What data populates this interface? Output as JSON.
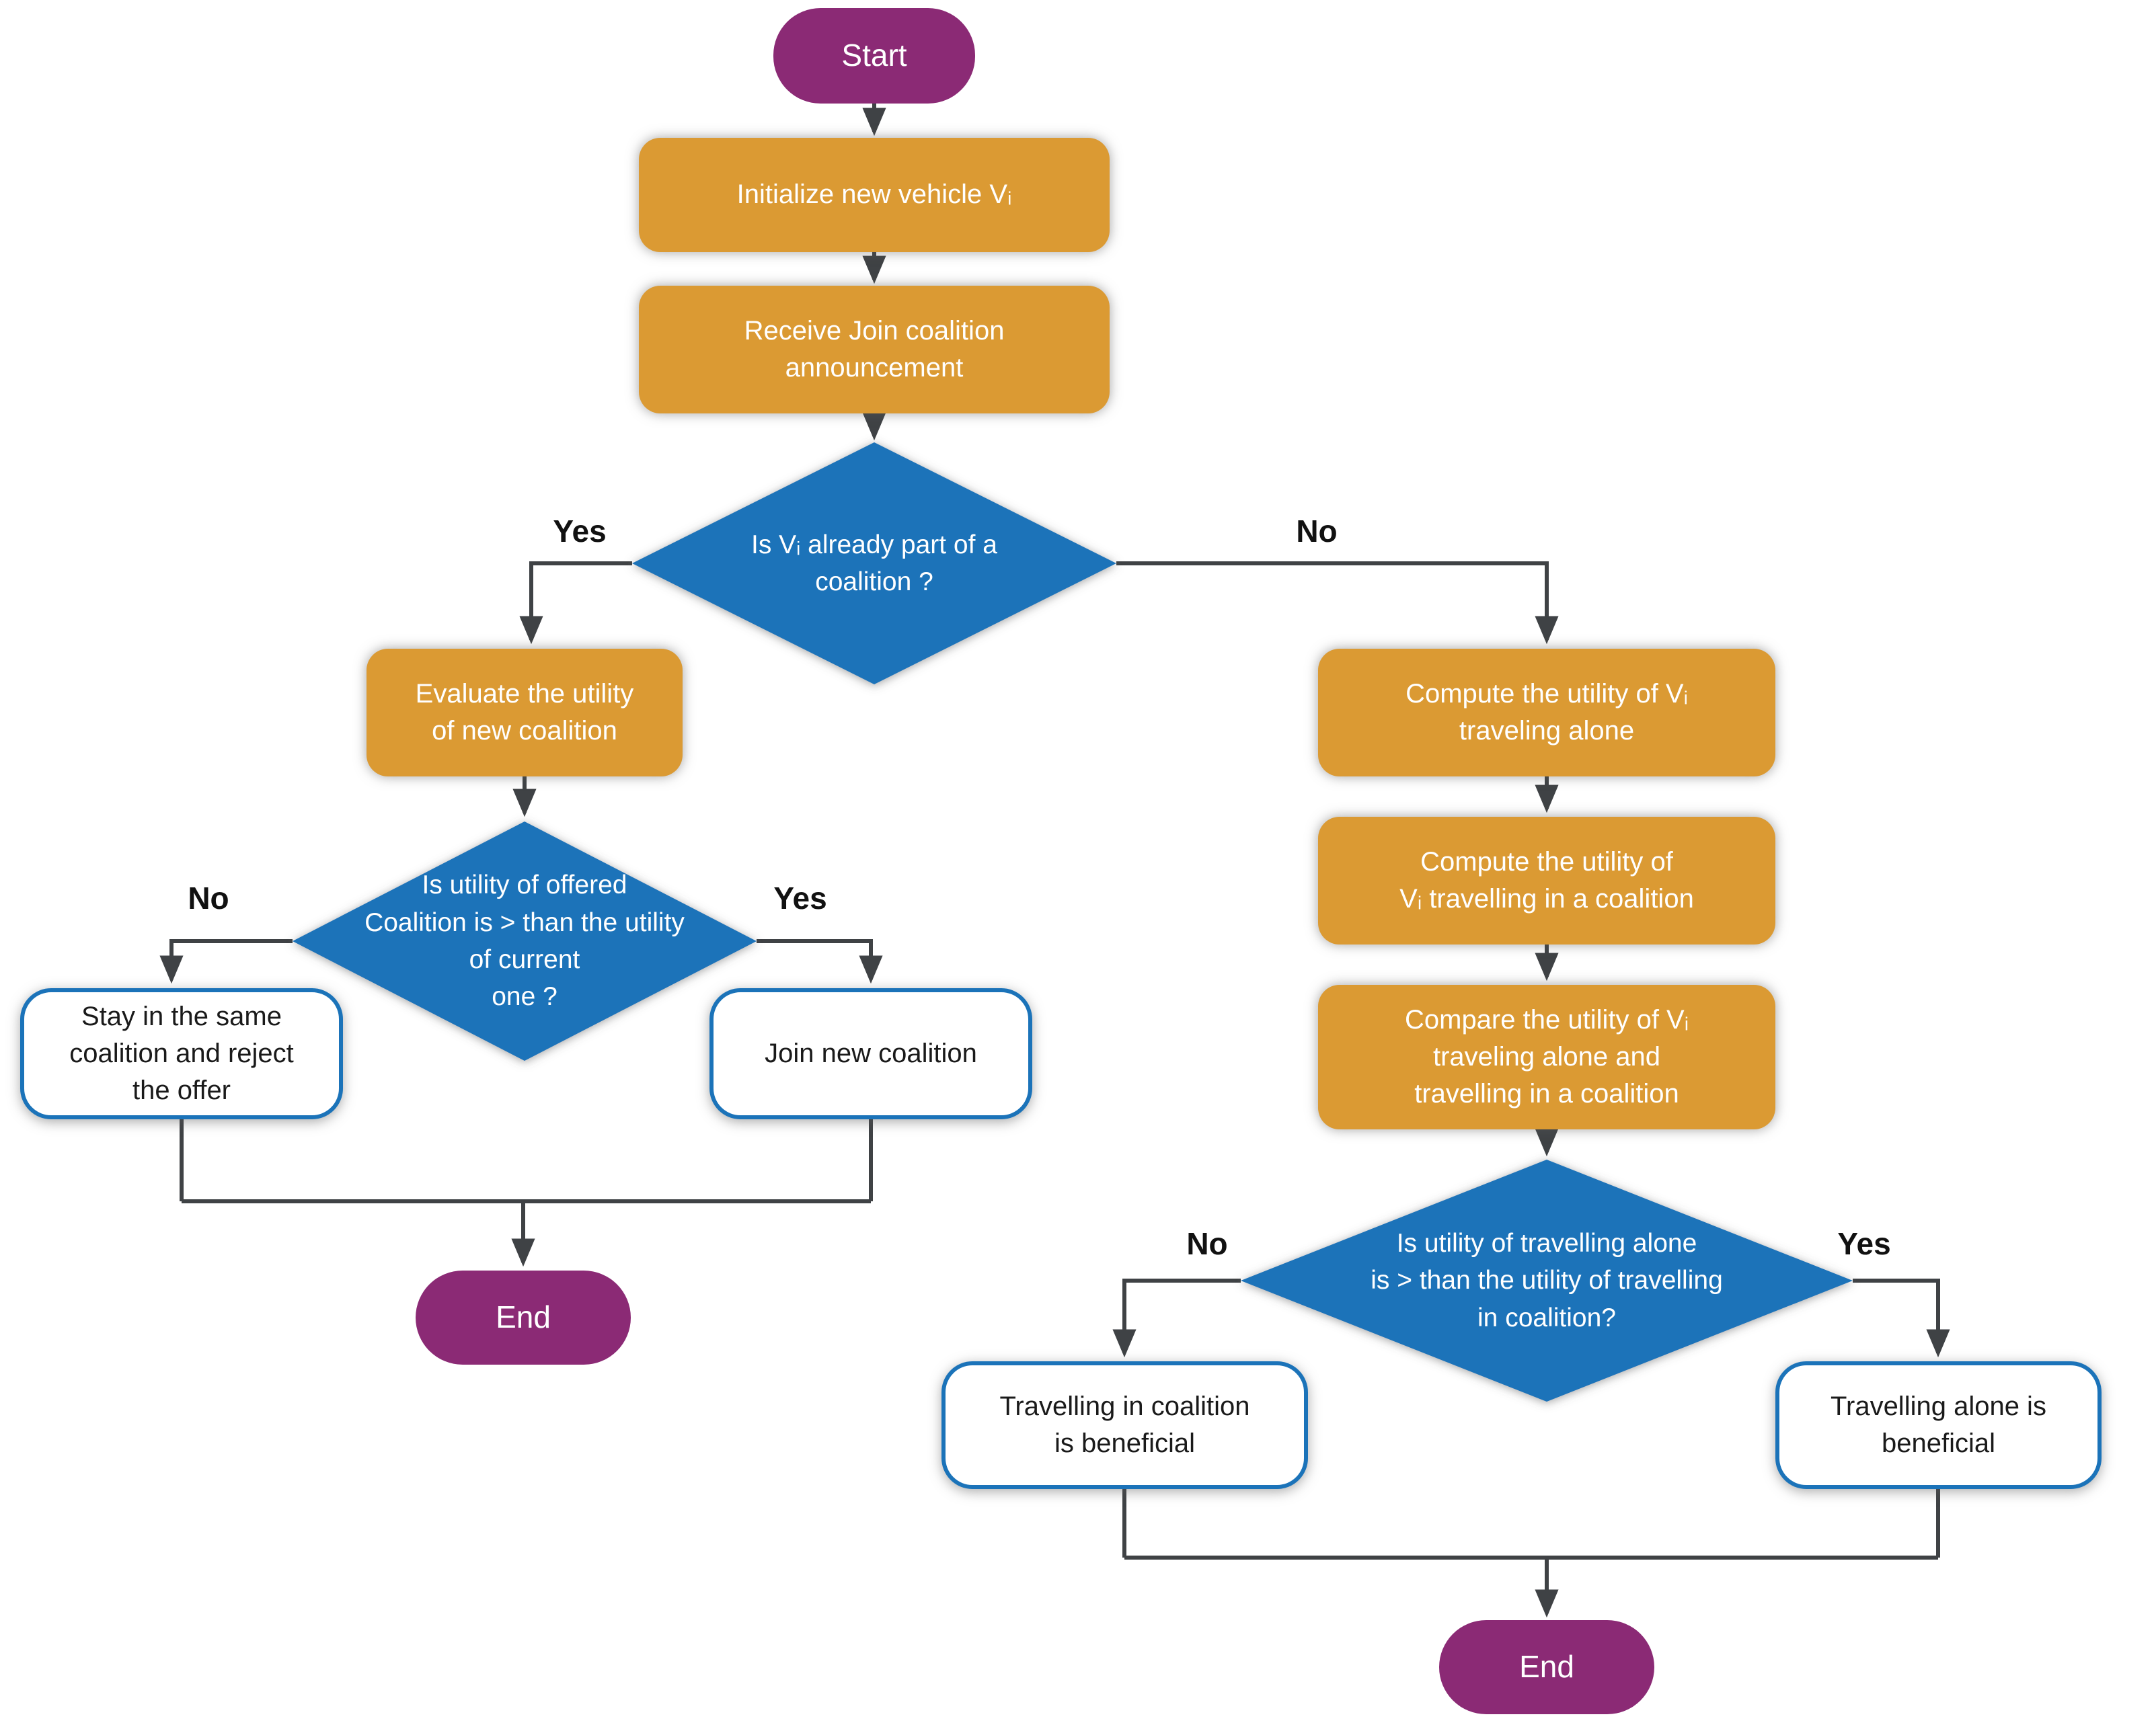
{
  "diagram_type": "flowchart",
  "colors": {
    "process_fill": "#DB9A33",
    "decision_fill": "#1B73B9",
    "terminator_fill": "#8B2A75",
    "result_border": "#1B73B9",
    "result_fill": "#ffffff",
    "connector": "#3F4245",
    "process_text": "#ffffff",
    "result_text": "#1a1a1a"
  },
  "nodes": {
    "start": {
      "type": "terminator",
      "label": "Start"
    },
    "initialize": {
      "type": "process",
      "label": "Initialize new vehicle Vᵢ"
    },
    "receive": {
      "type": "process",
      "label": "Receive Join coalition\nannouncement"
    },
    "decision_membership": {
      "type": "decision",
      "label": "Is Vᵢ already part of a\ncoalition ?"
    },
    "evaluate": {
      "type": "process",
      "label": "Evaluate the utility\nof new coalition"
    },
    "decision_offer": {
      "type": "decision",
      "label": "Is utility of offered\nCoalition is > than the utility\nof current\none ?"
    },
    "stay": {
      "type": "result",
      "label": "Stay in the same\ncoalition and reject\nthe offer"
    },
    "join": {
      "type": "result",
      "label": "Join new coalition"
    },
    "end_left": {
      "type": "terminator",
      "label": "End"
    },
    "compute_alone": {
      "type": "process",
      "label": "Compute the utility of Vᵢ\ntraveling alone"
    },
    "compute_coalition": {
      "type": "process",
      "label": "Compute the utility of\nVᵢ travelling in a coalition"
    },
    "compare": {
      "type": "process",
      "label": "Compare the utility of Vᵢ\ntraveling alone and\ntravelling in a coalition"
    },
    "decision_travel": {
      "type": "decision",
      "label": "Is utility of travelling alone\nis > than the utility of travelling\nin coalition?"
    },
    "coalition_beneficial": {
      "type": "result",
      "label": "Travelling in coalition\nis beneficial"
    },
    "alone_beneficial": {
      "type": "result",
      "label": "Travelling alone is\nbeneficial"
    },
    "end_bottom": {
      "type": "terminator",
      "label": "End"
    }
  },
  "edge_labels": {
    "membership_yes": "Yes",
    "membership_no": "No",
    "offer_no": "No",
    "offer_yes": "Yes",
    "travel_no": "No",
    "travel_yes": "Yes"
  }
}
